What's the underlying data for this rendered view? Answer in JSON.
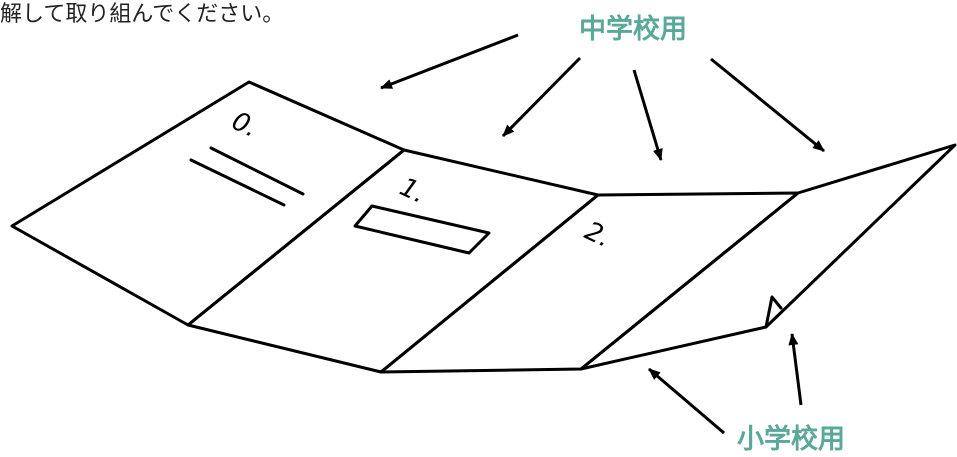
{
  "intro_text": "解して取り組んでください。",
  "labels": {
    "middle_school": "中学校用",
    "elementary_school": "小学校用"
  },
  "panel_numbers": [
    "0.",
    "1.",
    "2."
  ],
  "colors": {
    "label": "#5aa89a",
    "ink": "#000000"
  }
}
